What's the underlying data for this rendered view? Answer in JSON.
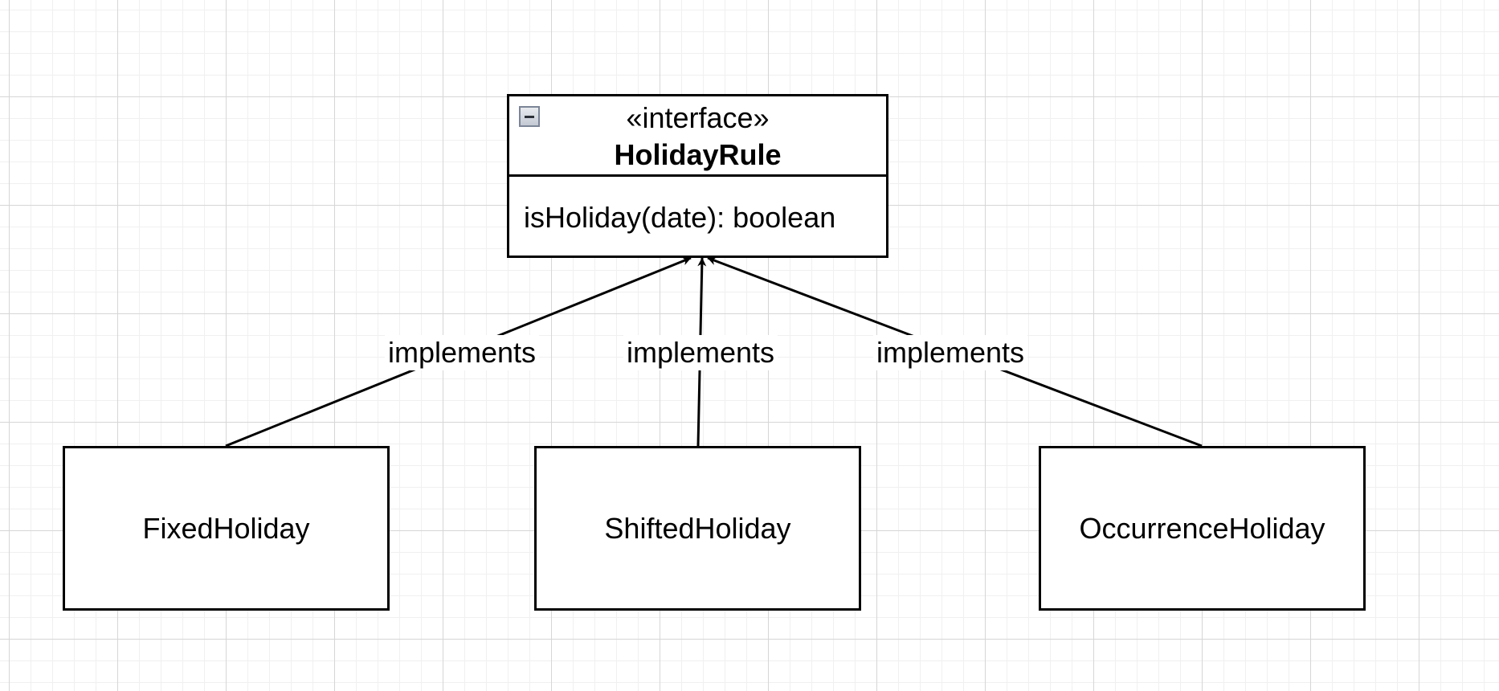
{
  "interface": {
    "stereotype": "«interface»",
    "name": "HolidayRule",
    "method": "isHoliday(date): boolean",
    "collapse_icon": "minus-square-icon"
  },
  "classes": {
    "fixed": "FixedHoliday",
    "shifted": "ShiftedHoliday",
    "occurrence": "OccurrenceHoliday"
  },
  "edges": [
    {
      "from": "FixedHoliday",
      "to": "HolidayRule",
      "label": "implements"
    },
    {
      "from": "ShiftedHoliday",
      "to": "HolidayRule",
      "label": "implements"
    },
    {
      "from": "OccurrenceHoliday",
      "to": "HolidayRule",
      "label": "implements"
    }
  ],
  "colors": {
    "stroke": "#000000",
    "grid_major": "#d6d6d6",
    "grid_minor": "#f0f0f0",
    "background": "#ffffff"
  }
}
